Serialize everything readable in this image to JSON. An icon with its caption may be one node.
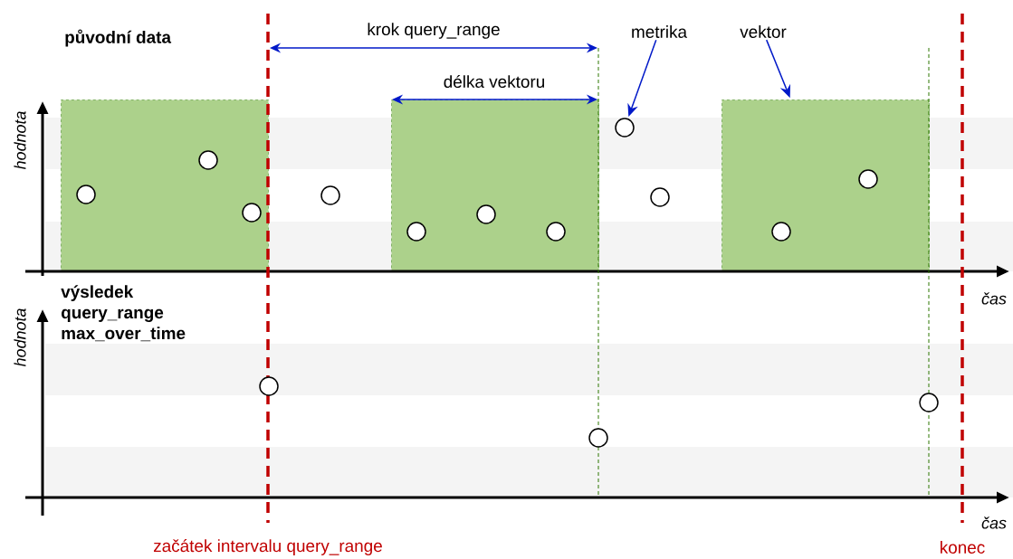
{
  "diagram": {
    "nodes": [
      {
        "text": [
          "metrika"
        ]
      },
      {
        "text": [
          "vektor"
        ]
      },
      {
        "text": [],
        "shape": "box"
      },
      {
        "text": [],
        "shape": "box"
      },
      {
        "text": [],
        "shape": "box"
      },
      {
        "text": [],
        "shape": "circle",
        "in": 2
      },
      {
        "text": [],
        "shape": "circle",
        "in": 2
      },
      {
        "text": [],
        "shape": "circle",
        "in": 2
      },
      {
        "text": [],
        "shape": "circle"
      },
      {
        "text": [],
        "shape": "circle",
        "in": 3
      },
      {
        "text": [],
        "shape": "circle",
        "in": 3
      },
      {
        "text": [],
        "shape": "circle",
        "in": 3
      },
      {
        "text": [],
        "shape": "circle"
      },
      {
        "text": [],
        "shape": "circle"
      },
      {
        "text": [],
        "shape": "circle",
        "in": 4
      },
      {
        "text": [],
        "shape": "circle",
        "in": 4
      },
      {
        "text": [],
        "shape": "circle"
      },
      {
        "text": [],
        "shape": "circle"
      },
      {
        "text": [],
        "shape": "circle"
      }
    ],
    "edges": [
      {
        "from": 0,
        "to": 12,
        "arrow": "to"
      },
      {
        "from": 1,
        "to": 4,
        "arrow": "to"
      }
    ],
    "labels": [
      "původní data",
      "krok query_range",
      "délka vektoru",
      "hodnota",
      "čas",
      "výsledek query_range max_over_time",
      "hodnota",
      "čas",
      "začátek intervalu query_range",
      "konec"
    ]
  }
}
